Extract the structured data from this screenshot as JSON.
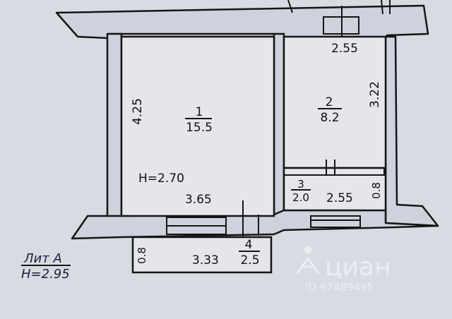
{
  "rooms": [
    {
      "number": "1",
      "area": "15.5"
    },
    {
      "number": "2",
      "area": "8.2"
    },
    {
      "number": "3",
      "area": "2.0"
    },
    {
      "number": "4",
      "area": "2.5"
    }
  ],
  "dimensions": {
    "room1_height": "4.25",
    "room1_width": "3.65",
    "room1_ceiling": "H=2.70",
    "room2_top": "2.55",
    "room2_height": "3.22",
    "room3_width": "2.55",
    "room3_height": "0.8",
    "room4_width": "3.33",
    "room4_height": "0.8"
  },
  "legend": {
    "lit": "Лит А",
    "height": "H=2.95"
  },
  "watermark": {
    "brand": "циан",
    "id": "ID 67489495"
  },
  "colors": {
    "paper": "#d9dbe3",
    "line": "#151515",
    "watermark": "#f2f3f7"
  }
}
